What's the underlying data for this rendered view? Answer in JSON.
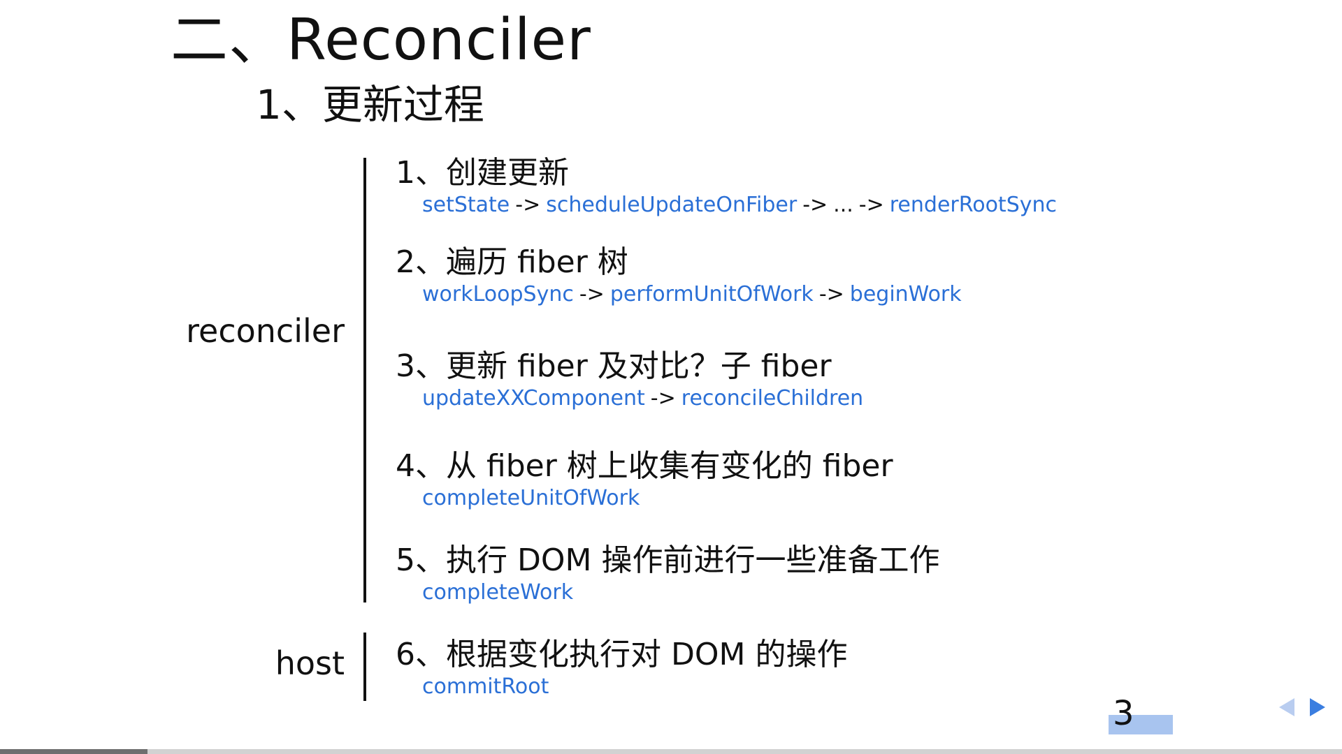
{
  "slide": {
    "title": "二、Reconciler",
    "subtitle": "1、更新过程"
  },
  "groups": {
    "reconciler_label": "reconciler",
    "host_label": "host"
  },
  "arrow": "->",
  "steps": [
    {
      "heading": "1、创建更新",
      "calls": [
        "setState",
        "scheduleUpdateOnFiber",
        "...",
        "renderRootSync"
      ]
    },
    {
      "heading": "2、遍历 fiber 树",
      "calls": [
        "workLoopSync",
        "performUnitOfWork",
        "beginWork"
      ]
    },
    {
      "heading": "3、更新 fiber 及对比？子 fiber",
      "calls": [
        "updateXXComponent",
        "reconcileChildren"
      ]
    },
    {
      "heading": "4、从 fiber 树上收集有变化的 fiber",
      "calls": [
        "completeUnitOfWork"
      ]
    },
    {
      "heading": "5、执行 DOM 操作前进行一些准备工作",
      "calls": [
        "completeWork"
      ]
    },
    {
      "heading": "6、根据变化执行对 DOM 的操作",
      "calls": [
        "commitRoot"
      ]
    }
  ],
  "footer": {
    "page_number": "3",
    "prev_icon": "triangle-left-icon",
    "next_icon": "triangle-right-icon",
    "progress_fraction": 0.11
  },
  "colors": {
    "function_name": "#2a6fd6",
    "page_badge": "#a8c4ef",
    "nav_prev": "#b9cdf0",
    "nav_next": "#3b7ee0",
    "progress_track": "#d2d2d2",
    "progress_fill": "#6f6f6f"
  }
}
